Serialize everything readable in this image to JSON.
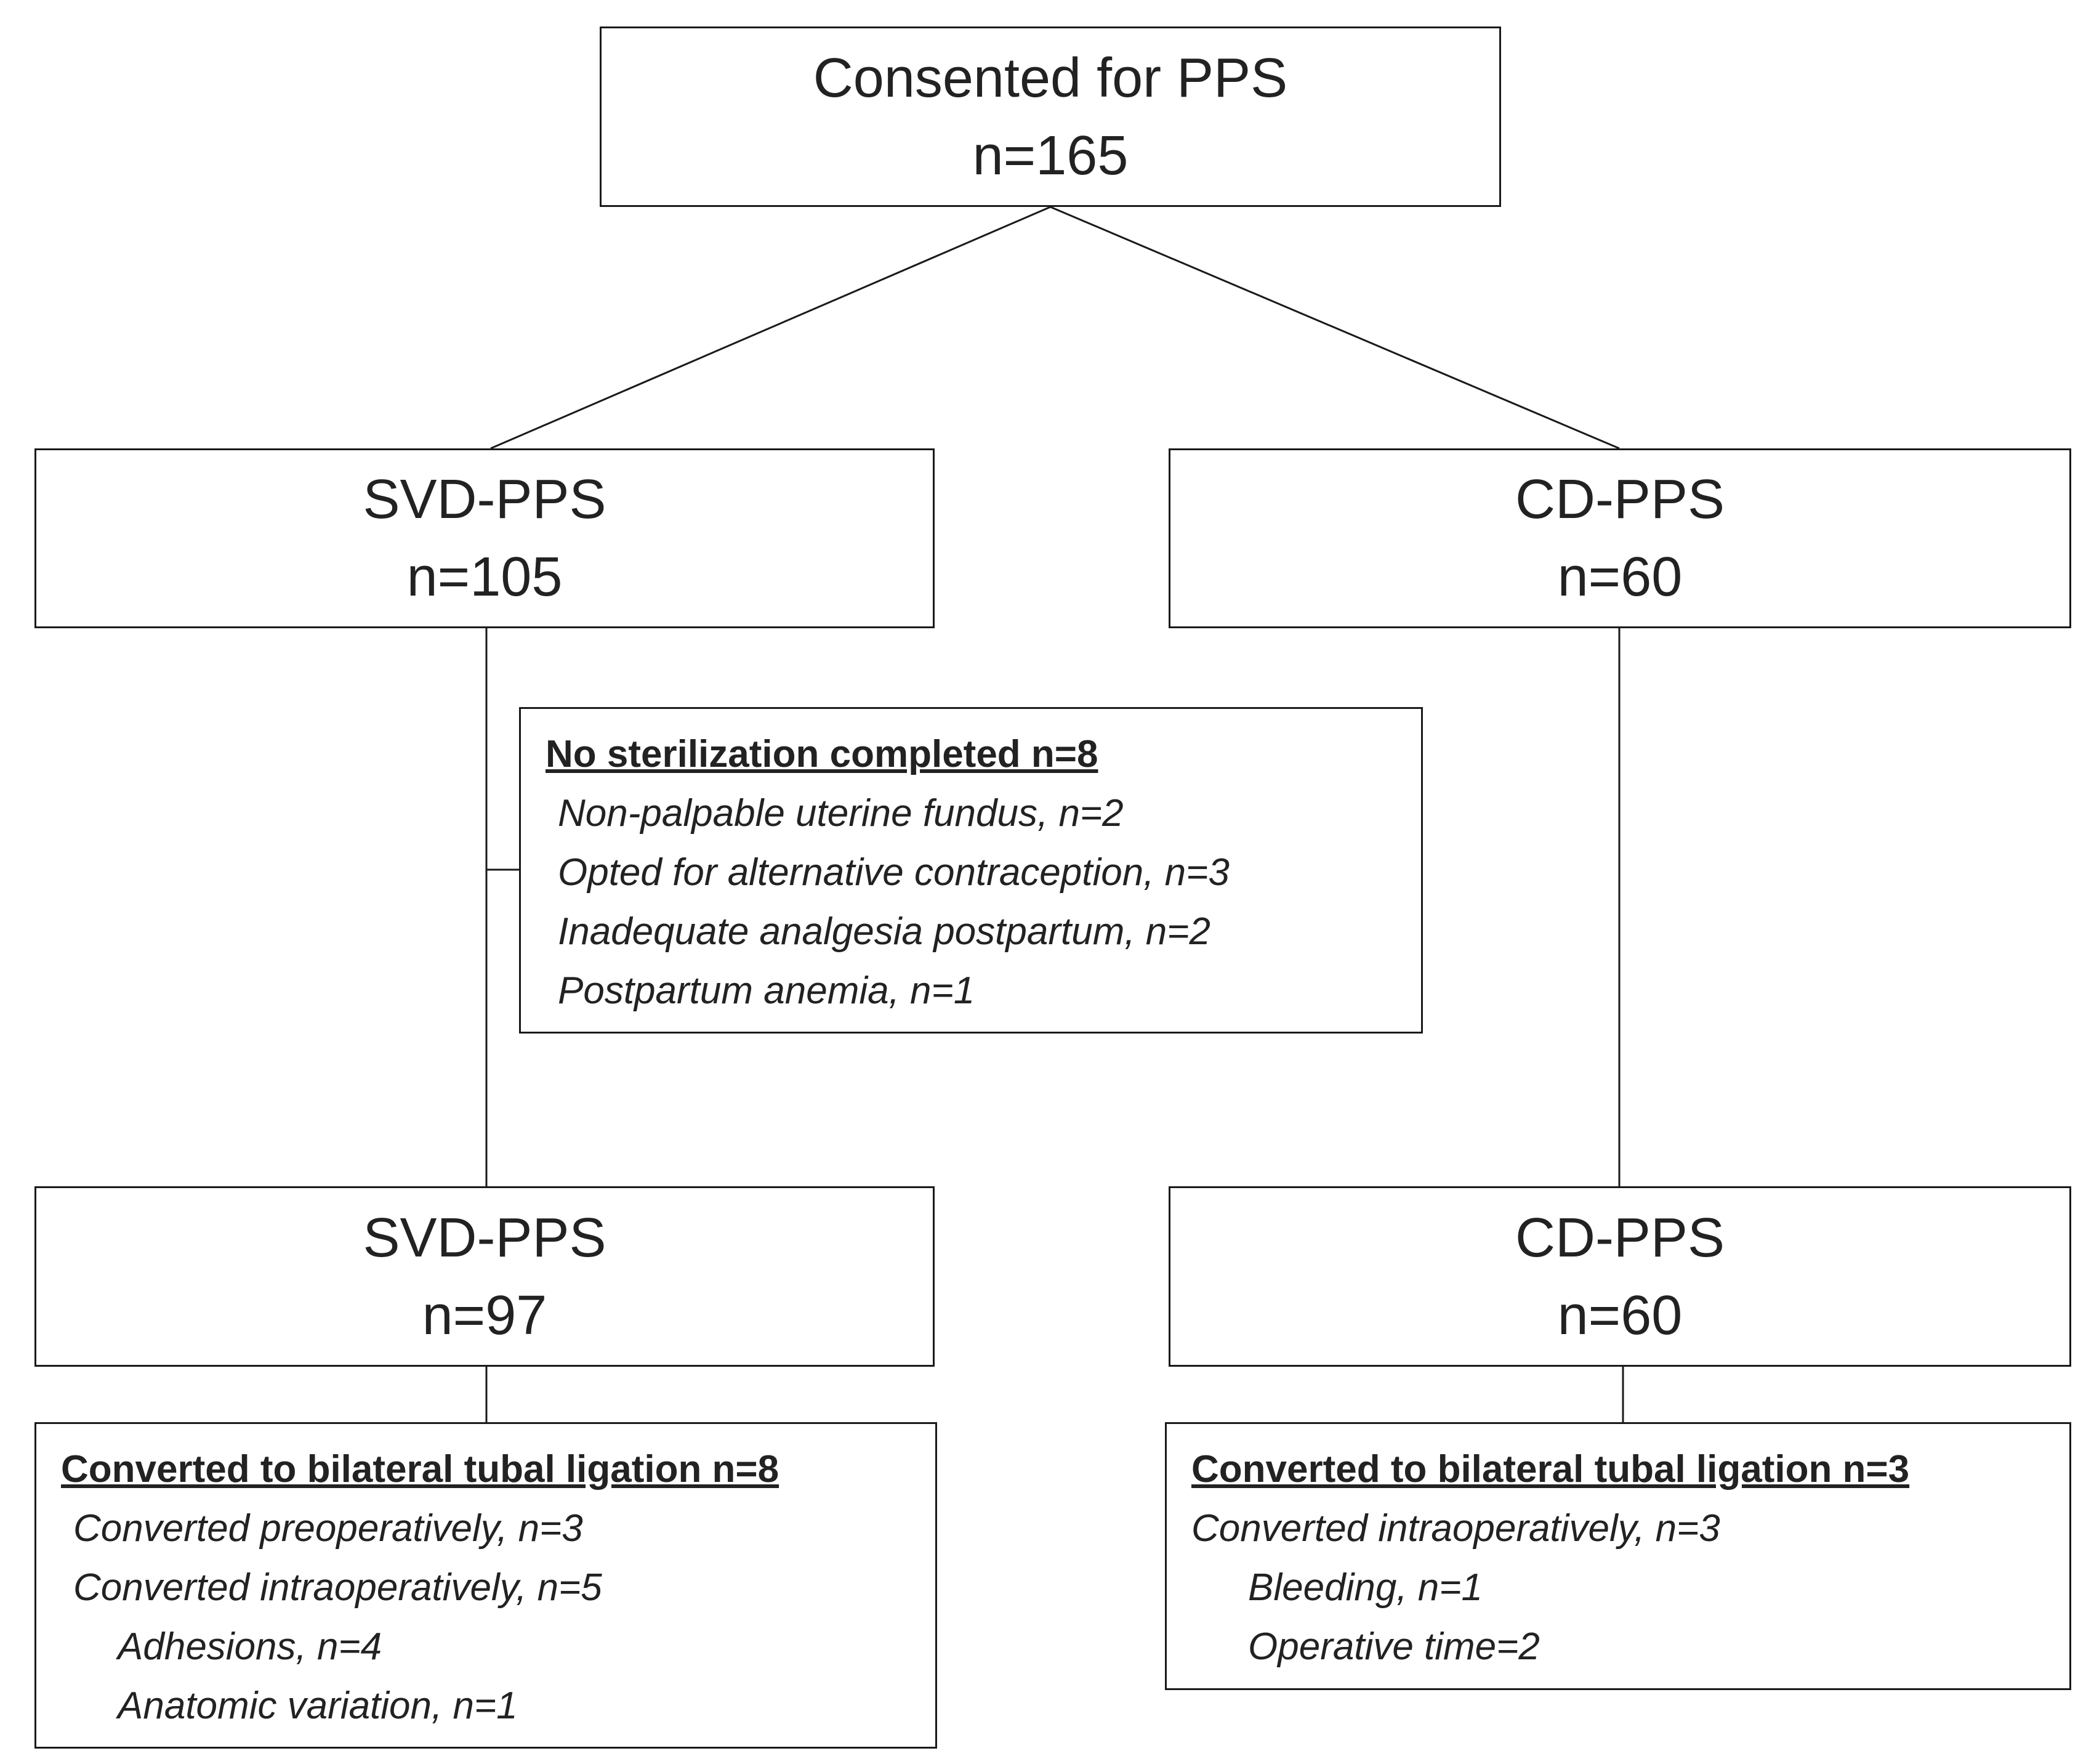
{
  "top": {
    "title": "Consented for PPS",
    "n": "n=165"
  },
  "svd_start": {
    "title": "SVD-PPS",
    "n": "n=105"
  },
  "cd_start": {
    "title": "CD-PPS",
    "n": "n=60"
  },
  "no_sterilization": {
    "heading": "No sterilization completed n=8",
    "items": [
      "Non-palpable uterine fundus, n=2",
      "Opted for alternative contraception, n=3",
      "Inadequate analgesia postpartum, n=2",
      "Postpartum anemia, n=1"
    ]
  },
  "svd_final": {
    "title": "SVD-PPS",
    "n": "n=97"
  },
  "cd_final": {
    "title": "CD-PPS",
    "n": "n=60"
  },
  "svd_converted": {
    "heading": "Converted to bilateral tubal ligation n=8",
    "items": [
      "Converted preoperatively, n=3",
      "Converted intraoperatively, n=5",
      "Adhesions, n=4",
      "Anatomic variation, n=1"
    ]
  },
  "cd_converted": {
    "heading": "Converted to bilateral tubal ligation n=3",
    "items": [
      "Converted intraoperatively, n=3",
      "Bleeding, n=1",
      "Operative time=2"
    ]
  }
}
